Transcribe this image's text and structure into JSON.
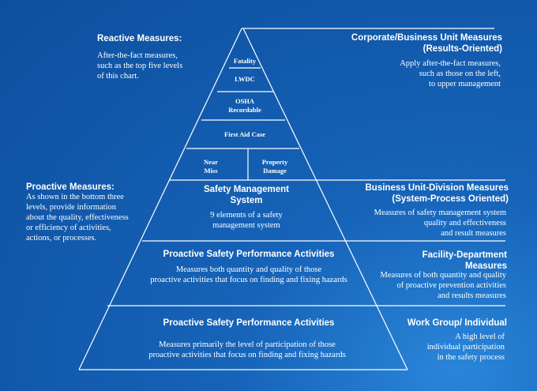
{
  "colors": {
    "background": "#1561b5",
    "lines": "#ffffff",
    "text": "#ffffff"
  },
  "left": {
    "reactive_title": "Reactive Measures:",
    "reactive_text": [
      "After-the-fact measures,",
      "such as the top five levels",
      "of this chart."
    ],
    "proactive_title": "Proactive Measures:",
    "proactive_text": [
      "As shown in the bottom three",
      "levels, provide information",
      "about the quality, effectiveness",
      "or efficiency of activities,",
      "actions, or processes."
    ]
  },
  "pyramid": {
    "fatality": "Fatality",
    "lwdc": "LWDC",
    "osha": [
      "OSHA",
      "Recordable"
    ],
    "first_aid": "First Aid Case",
    "near_miss": [
      "Near",
      "Miss"
    ],
    "property_damage": [
      "Property",
      "Damage"
    ],
    "sms_title": [
      "Safety Management",
      "System"
    ],
    "sms_text": [
      "9  elements  of  a safety",
      "management system"
    ],
    "psp1_title": "Proactive Safety Performance Activities",
    "psp1_text": [
      "Measures both quantity and quality  of those",
      "proactive activities  that focus on finding  and fixing hazards"
    ],
    "psp2_title": "Proactive Safety Performance Activities",
    "psp2_text": [
      "Measures primarily  the level  of participation  of those",
      "proactive activities  that focus on finding  and fixing hazards"
    ]
  },
  "right": {
    "corporate_title": [
      "Corporate/Business Unit Measures",
      "(Results-Oriented)"
    ],
    "corporate_text": [
      "Apply  after-the-fact measures,",
      "such as those on the left,",
      "to upper management"
    ],
    "division_title": [
      "Business Unit-Division Measures",
      "(System-Process Oriented)"
    ],
    "division_text": [
      "Measures of safety management system",
      "quality  and effectiveness",
      "and result measures"
    ],
    "facility_title": [
      "Facility-Department",
      "Measures"
    ],
    "facility_text": [
      "Measures of both quantity  and quality",
      "of proactive prevention activities",
      "and results measures"
    ],
    "workgroup_title": "Work Group/ Individual",
    "workgroup_text": [
      "A high level of",
      "individual  participation",
      "in the safety process"
    ]
  }
}
